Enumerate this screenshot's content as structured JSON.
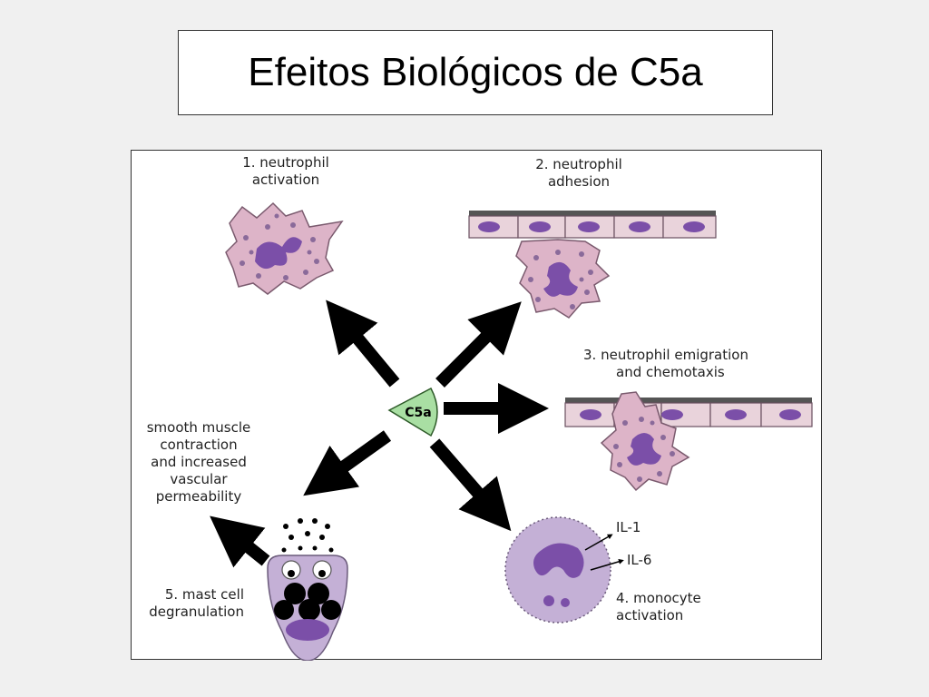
{
  "slide": {
    "title": "Efeitos Biológicos de C5a"
  },
  "diagram": {
    "center_label": "C5a",
    "labels": {
      "neutrophil_activation_1": "1. neutrophil",
      "neutrophil_activation_2": "activation",
      "neutrophil_adhesion_1": "2. neutrophil",
      "neutrophil_adhesion_2": "adhesion",
      "emigration_1": "3. neutrophil emigration",
      "emigration_2": "and chemotaxis",
      "smooth_1": "smooth muscle",
      "smooth_2": "contraction",
      "smooth_3": "and increased",
      "smooth_4": "vascular",
      "smooth_5": "permeability",
      "mast_1": "5. mast cell",
      "mast_2": "degranulation",
      "il1": "IL-1",
      "il6": "IL-6",
      "monocyte_1": "4. monocyte",
      "monocyte_2": "activation"
    },
    "colors": {
      "cell_fill": "#ddb4c8",
      "nucleus": "#7b4fa8",
      "c5a_fill": "#a9dfa3",
      "arrow": "#000000",
      "monocyte_fill": "#c4b0d6"
    }
  }
}
